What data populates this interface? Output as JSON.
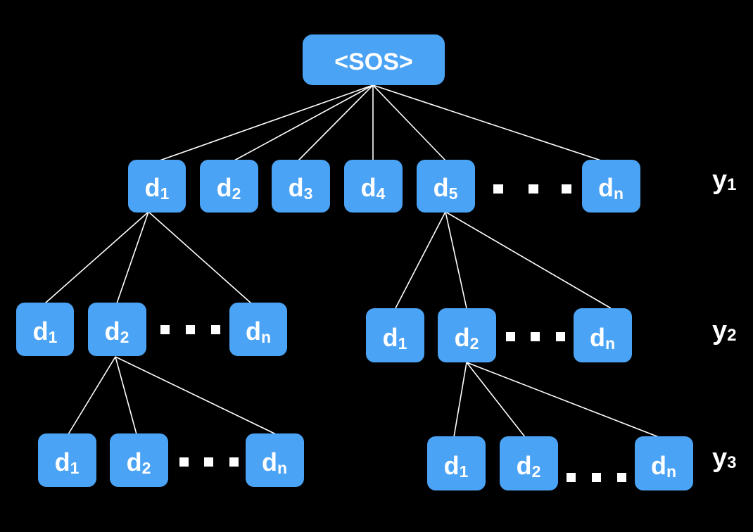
{
  "colors": {
    "background": "#000000",
    "node_fill": "#4ba3f5",
    "node_text": "#ffffff",
    "edge": "#ffffff"
  },
  "root": {
    "label": "<SOS>"
  },
  "level_labels": [
    {
      "base": "y",
      "sub": "1"
    },
    {
      "base": "y",
      "sub": "2"
    },
    {
      "base": "y",
      "sub": "3"
    }
  ],
  "level1": [
    {
      "base": "d",
      "sub": "1"
    },
    {
      "base": "d",
      "sub": "2"
    },
    {
      "base": "d",
      "sub": "3"
    },
    {
      "base": "d",
      "sub": "4"
    },
    {
      "base": "d",
      "sub": "5"
    },
    {
      "base": "d",
      "sub": "n"
    }
  ],
  "level2_left": [
    {
      "base": "d",
      "sub": "1"
    },
    {
      "base": "d",
      "sub": "2"
    },
    {
      "base": "d",
      "sub": "n"
    }
  ],
  "level2_right": [
    {
      "base": "d",
      "sub": "1"
    },
    {
      "base": "d",
      "sub": "2"
    },
    {
      "base": "d",
      "sub": "n"
    }
  ],
  "level3_left": [
    {
      "base": "d",
      "sub": "1"
    },
    {
      "base": "d",
      "sub": "2"
    },
    {
      "base": "d",
      "sub": "n"
    }
  ],
  "level3_right": [
    {
      "base": "d",
      "sub": "1"
    },
    {
      "base": "d",
      "sub": "2"
    },
    {
      "base": "d",
      "sub": "n"
    }
  ]
}
